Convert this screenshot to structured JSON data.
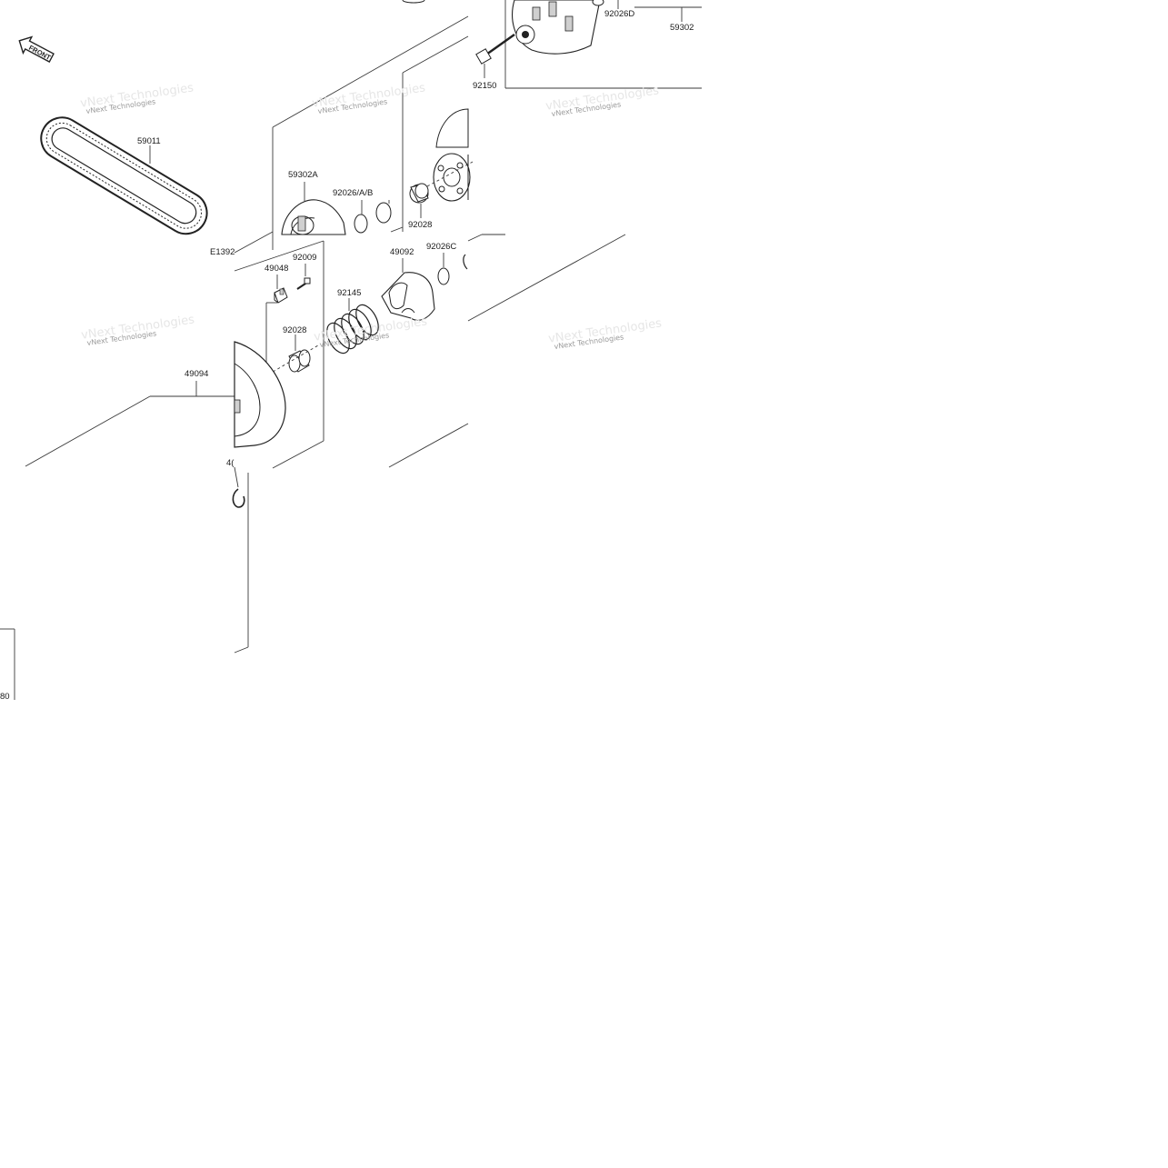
{
  "diagram": {
    "front_badge": "FRONT",
    "part_numbers": {
      "p59011": "59011",
      "p59302A": "59302A",
      "p92026AB": "92026/A/B",
      "p92028a": "92028",
      "p92028b": "92028",
      "pE1392": "E1392",
      "p49048": "49048",
      "p92009": "92009",
      "p92145": "92145",
      "p49092": "49092",
      "p92026C": "92026C",
      "p49094": "49094",
      "p92150": "92150",
      "p92026D": "92026D",
      "p59302": "59302",
      "p4_partial": "4(",
      "p80_partial": "80"
    },
    "watermark": {
      "line1": "vNext Technologies",
      "line2": "vNext Technologies"
    }
  }
}
